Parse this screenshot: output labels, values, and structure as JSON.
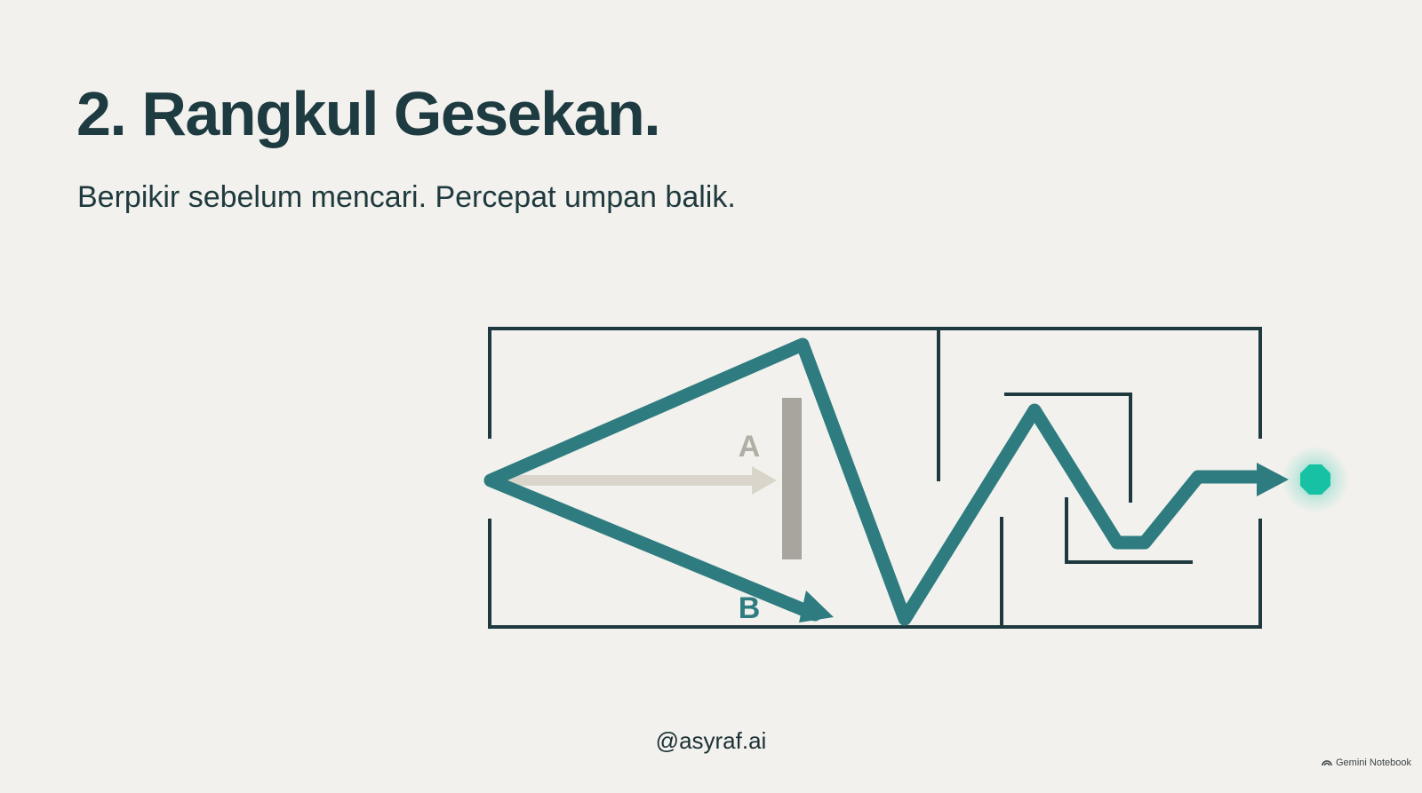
{
  "slide": {
    "title": "2. Rangkul Gesekan.",
    "subtitle": "Berpikir sebelum mencari. Percepat umpan balik."
  },
  "diagram": {
    "label_a": "A",
    "label_b": "B",
    "colors": {
      "maze_wall": "#1e3a3f",
      "path_teal": "#2e7c80",
      "arrow_a": "#d9d5cb",
      "blocker": "#a8a49e",
      "label_a": "#b1aea6",
      "goal": "#17c2a4"
    },
    "icons": [
      "maze-icon",
      "goal-dot-icon"
    ]
  },
  "footer": {
    "handle": "@asyraf.ai",
    "watermark": "Gemini Notebook"
  }
}
